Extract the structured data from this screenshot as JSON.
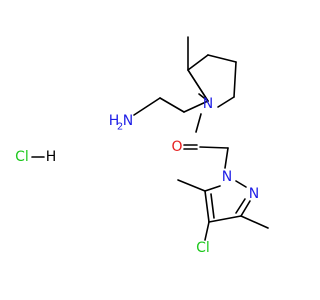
{
  "molecule": {
    "labels": {
      "n_piperidine": "N",
      "o_carbonyl": "O",
      "n1_pyrazole": "N",
      "n2_pyrazole": "N",
      "cl_ring": "Cl",
      "h2n_H": "H",
      "h2n_2": "2",
      "h2n_N": "N",
      "hcl_Cl": "Cl",
      "hcl_H": "H"
    },
    "colors": {
      "bond": "#000000",
      "nitrogen": "#1e1ee6",
      "oxygen": "#e61e1e",
      "chlorine": "#1ec81e"
    }
  }
}
